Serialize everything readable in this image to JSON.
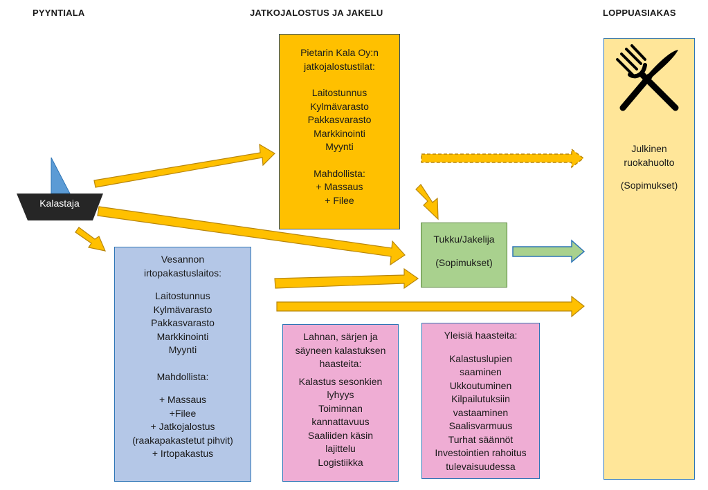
{
  "headings": {
    "left": "PYYNTIALA",
    "middle": "JATKOJALOSTUS JA JAKELU",
    "right": "LOPPUASIAKAS"
  },
  "boat": {
    "label": "Kalastaja",
    "icon": "boat-icon"
  },
  "pietari": {
    "title": [
      "Pietarin Kala Oy:n",
      "jatkojalostustilat:"
    ],
    "items": [
      "Laitostunnus",
      "Kylmävarasto",
      "Pakkasvarasto",
      "Markkinointi",
      "Myynti"
    ],
    "options_title": "Mahdollista:",
    "options": [
      "+ Massaus",
      "+ Filee"
    ]
  },
  "vesanto": {
    "title": [
      "Vesannon",
      "irtopakastuslaitos:"
    ],
    "items": [
      "Laitostunnus",
      "Kylmävarasto",
      "Pakkasvarasto",
      "Markkinointi",
      "Myynti"
    ],
    "options_title": "Mahdollista:",
    "options": [
      "+ Massaus",
      "+Filee",
      "+ Jatkojalostus",
      "(raakapakastetut pihvit)",
      "+ Irtopakastus"
    ]
  },
  "tukku": {
    "title": "Tukku/Jakelija",
    "note": "(Sopimukset)"
  },
  "lahna": {
    "title": [
      "Lahnan, särjen ja",
      "säyneen kalastuksen",
      "haasteita:"
    ],
    "items": [
      "Kalastus sesonkien",
      "lyhyys",
      "Toiminnan",
      "kannattavuus",
      "Saaliiden käsin",
      "lajittelu",
      "Logistiikka"
    ]
  },
  "yleisia": {
    "title": "Yleisiä haasteita:",
    "items": [
      "Kalastuslupien",
      "saaminen",
      "Ukkoutuminen",
      "Kilpailutuksiin",
      "vastaaminen",
      "Saalisvarmuus",
      "Turhat säännöt",
      "Investointien rahoitus",
      "tulevaisuudessa"
    ]
  },
  "loppu": {
    "icon": "cutlery-icon",
    "title": [
      "Julkinen",
      "ruokahuolto"
    ],
    "note": "(Sopimukset)"
  },
  "colors": {
    "orange": "#ffc000",
    "blue": "#b4c7e7",
    "green": "#a9d18e",
    "pink": "#efadd4",
    "light_yellow": "#ffe699",
    "dark": "#222222"
  }
}
